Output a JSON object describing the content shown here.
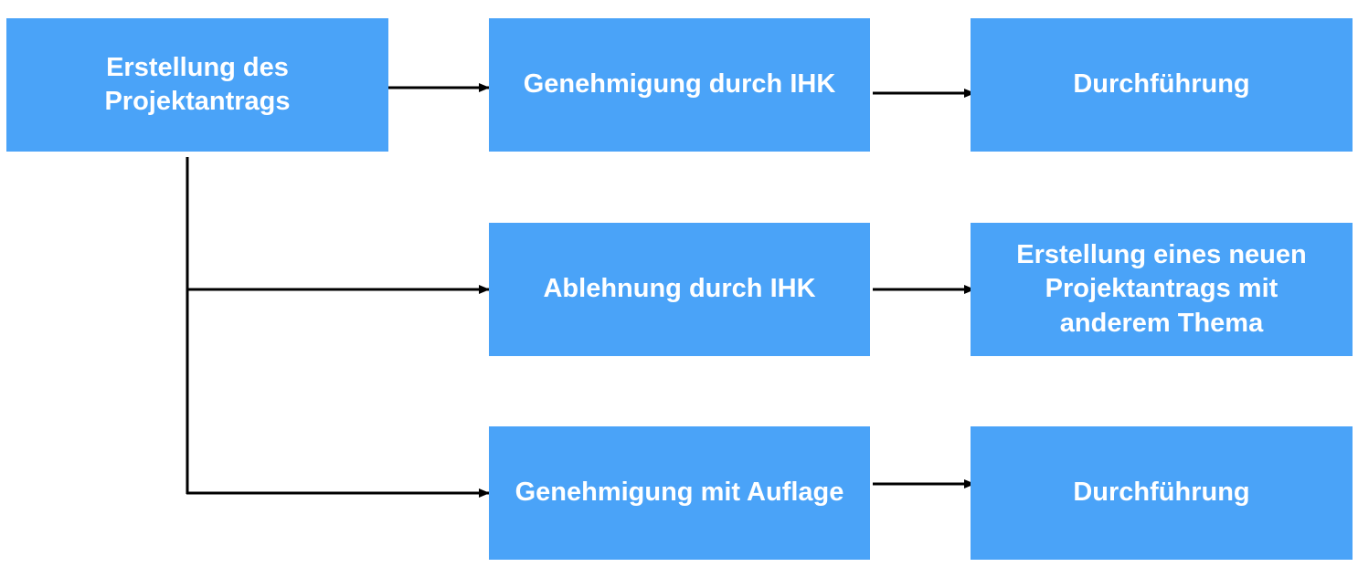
{
  "colors": {
    "node_fill": "#4aa3f8",
    "node_text": "#ffffff",
    "connector": "#000000"
  },
  "nodes": {
    "start": {
      "lines": [
        "Erstellung des",
        "Projektantrags"
      ]
    },
    "approval": {
      "label": "Genehmigung durch IHK"
    },
    "execution_1": {
      "label": "Durchführung"
    },
    "rejection": {
      "label": "Ablehnung durch IHK"
    },
    "new_proposal": {
      "lines": [
        "Erstellung eines neuen",
        "Projektantrags mit",
        "anderem Thema"
      ]
    },
    "conditional_approval": {
      "label": "Genehmigung mit Auflage"
    },
    "execution_2": {
      "label": "Durchführung"
    }
  },
  "edges": [
    {
      "from": "start",
      "to": "approval"
    },
    {
      "from": "approval",
      "to": "execution_1"
    },
    {
      "from": "start",
      "to": "rejection"
    },
    {
      "from": "rejection",
      "to": "new_proposal"
    },
    {
      "from": "start",
      "to": "conditional_approval"
    },
    {
      "from": "conditional_approval",
      "to": "execution_2"
    }
  ]
}
